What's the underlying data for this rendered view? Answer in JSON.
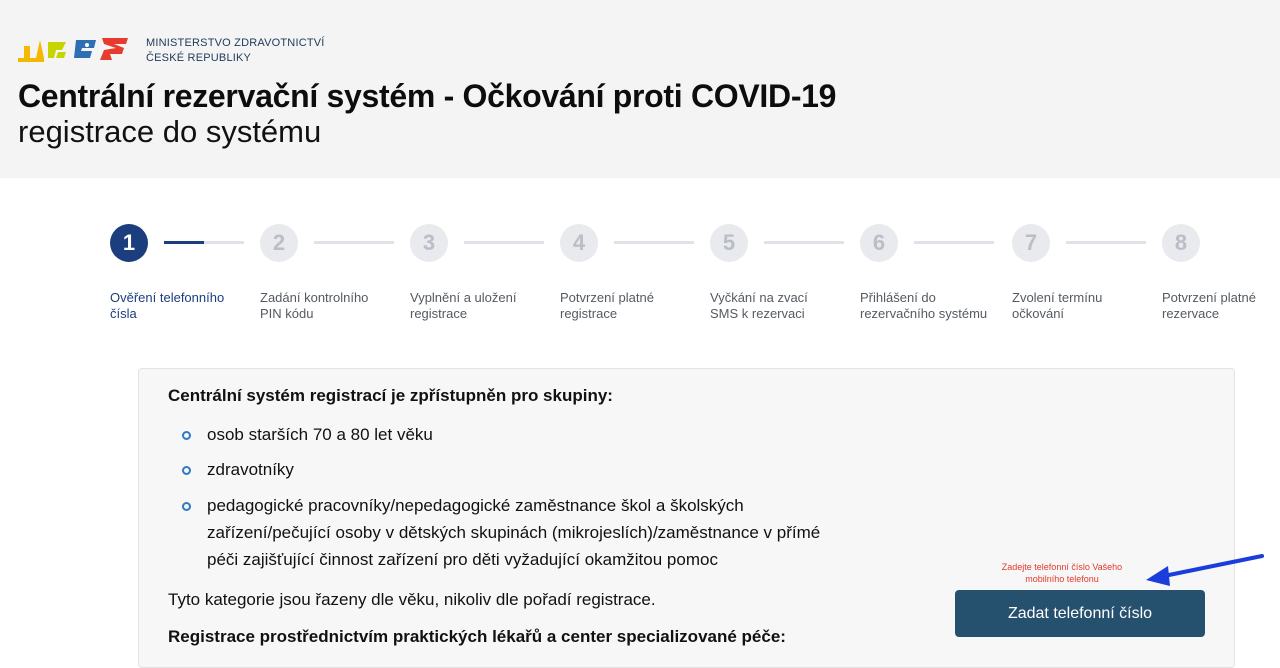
{
  "header": {
    "ministry_line1": "MINISTERSTVO ZDRAVOTNICTVÍ",
    "ministry_line2": "ČESKÉ REPUBLIKY",
    "title": "Centrální rezervační systém - Očkování proti COVID-19",
    "subtitle": "registrace do systému",
    "logo_colors": [
      "#f5b800",
      "#c8d400",
      "#2d6fb5",
      "#e63c2f"
    ]
  },
  "stepper": {
    "active_step": 1,
    "steps": [
      {
        "number": "1",
        "label_line1": "Ověření telefonního",
        "label_line2": "čísla"
      },
      {
        "number": "2",
        "label_line1": "Zadání kontrolního",
        "label_line2": "PIN kódu"
      },
      {
        "number": "3",
        "label_line1": "Vyplnění a uložení",
        "label_line2": "registrace"
      },
      {
        "number": "4",
        "label_line1": "Potvrzení platné",
        "label_line2": "registrace"
      },
      {
        "number": "5",
        "label_line1": "Vyčkání na zvací",
        "label_line2": "SMS k rezervaci"
      },
      {
        "number": "6",
        "label_line1": "Přihlášení do",
        "label_line2": "rezervačního systému"
      },
      {
        "number": "7",
        "label_line1": "Zvolení termínu",
        "label_line2": "očkování"
      },
      {
        "number": "8",
        "label_line1": "Potvrzení platné",
        "label_line2": "rezervace"
      }
    ],
    "active_color": "#1c3e7f"
  },
  "content": {
    "heading": "Centrální systém registrací je zpřístupněn pro skupiny:",
    "items": [
      "osob starších 70 a 80 let věku",
      "zdravotníky",
      "pedagogické pracovníky/nepedagogické zaměstnance škol a školských zařízení/pečující osoby v dětských skupinách (mikrojeslích)/zaměstnance v přímé péči zajišťující činnost zařízení pro děti vyžadující okamžitou pomoc"
    ],
    "item3_line1": "pedagogické pracovníky/nepedagogické zaměstnance škol a školských",
    "item3_line2": "zařízení/pečující osoby v dětských skupinách (mikrojeslích)/zaměstnance v přímé",
    "item3_line3": "péči zajišťující činnost zařízení pro děti vyžadující okamžitou pomoc",
    "note": "Tyto kategorie jsou řazeny dle věku, nikoliv dle pořadí registrace.",
    "heading2": "Registrace prostřednictvím praktických lékařů a center specializované péče:"
  },
  "cta": {
    "hint_line1": "Zadejte telefonní číslo Vašeho",
    "hint_line2": "mobilního telefonu",
    "button_label": "Zadat telefonní číslo",
    "button_color": "#25506e",
    "arrow_color": "#1a3ddb"
  }
}
